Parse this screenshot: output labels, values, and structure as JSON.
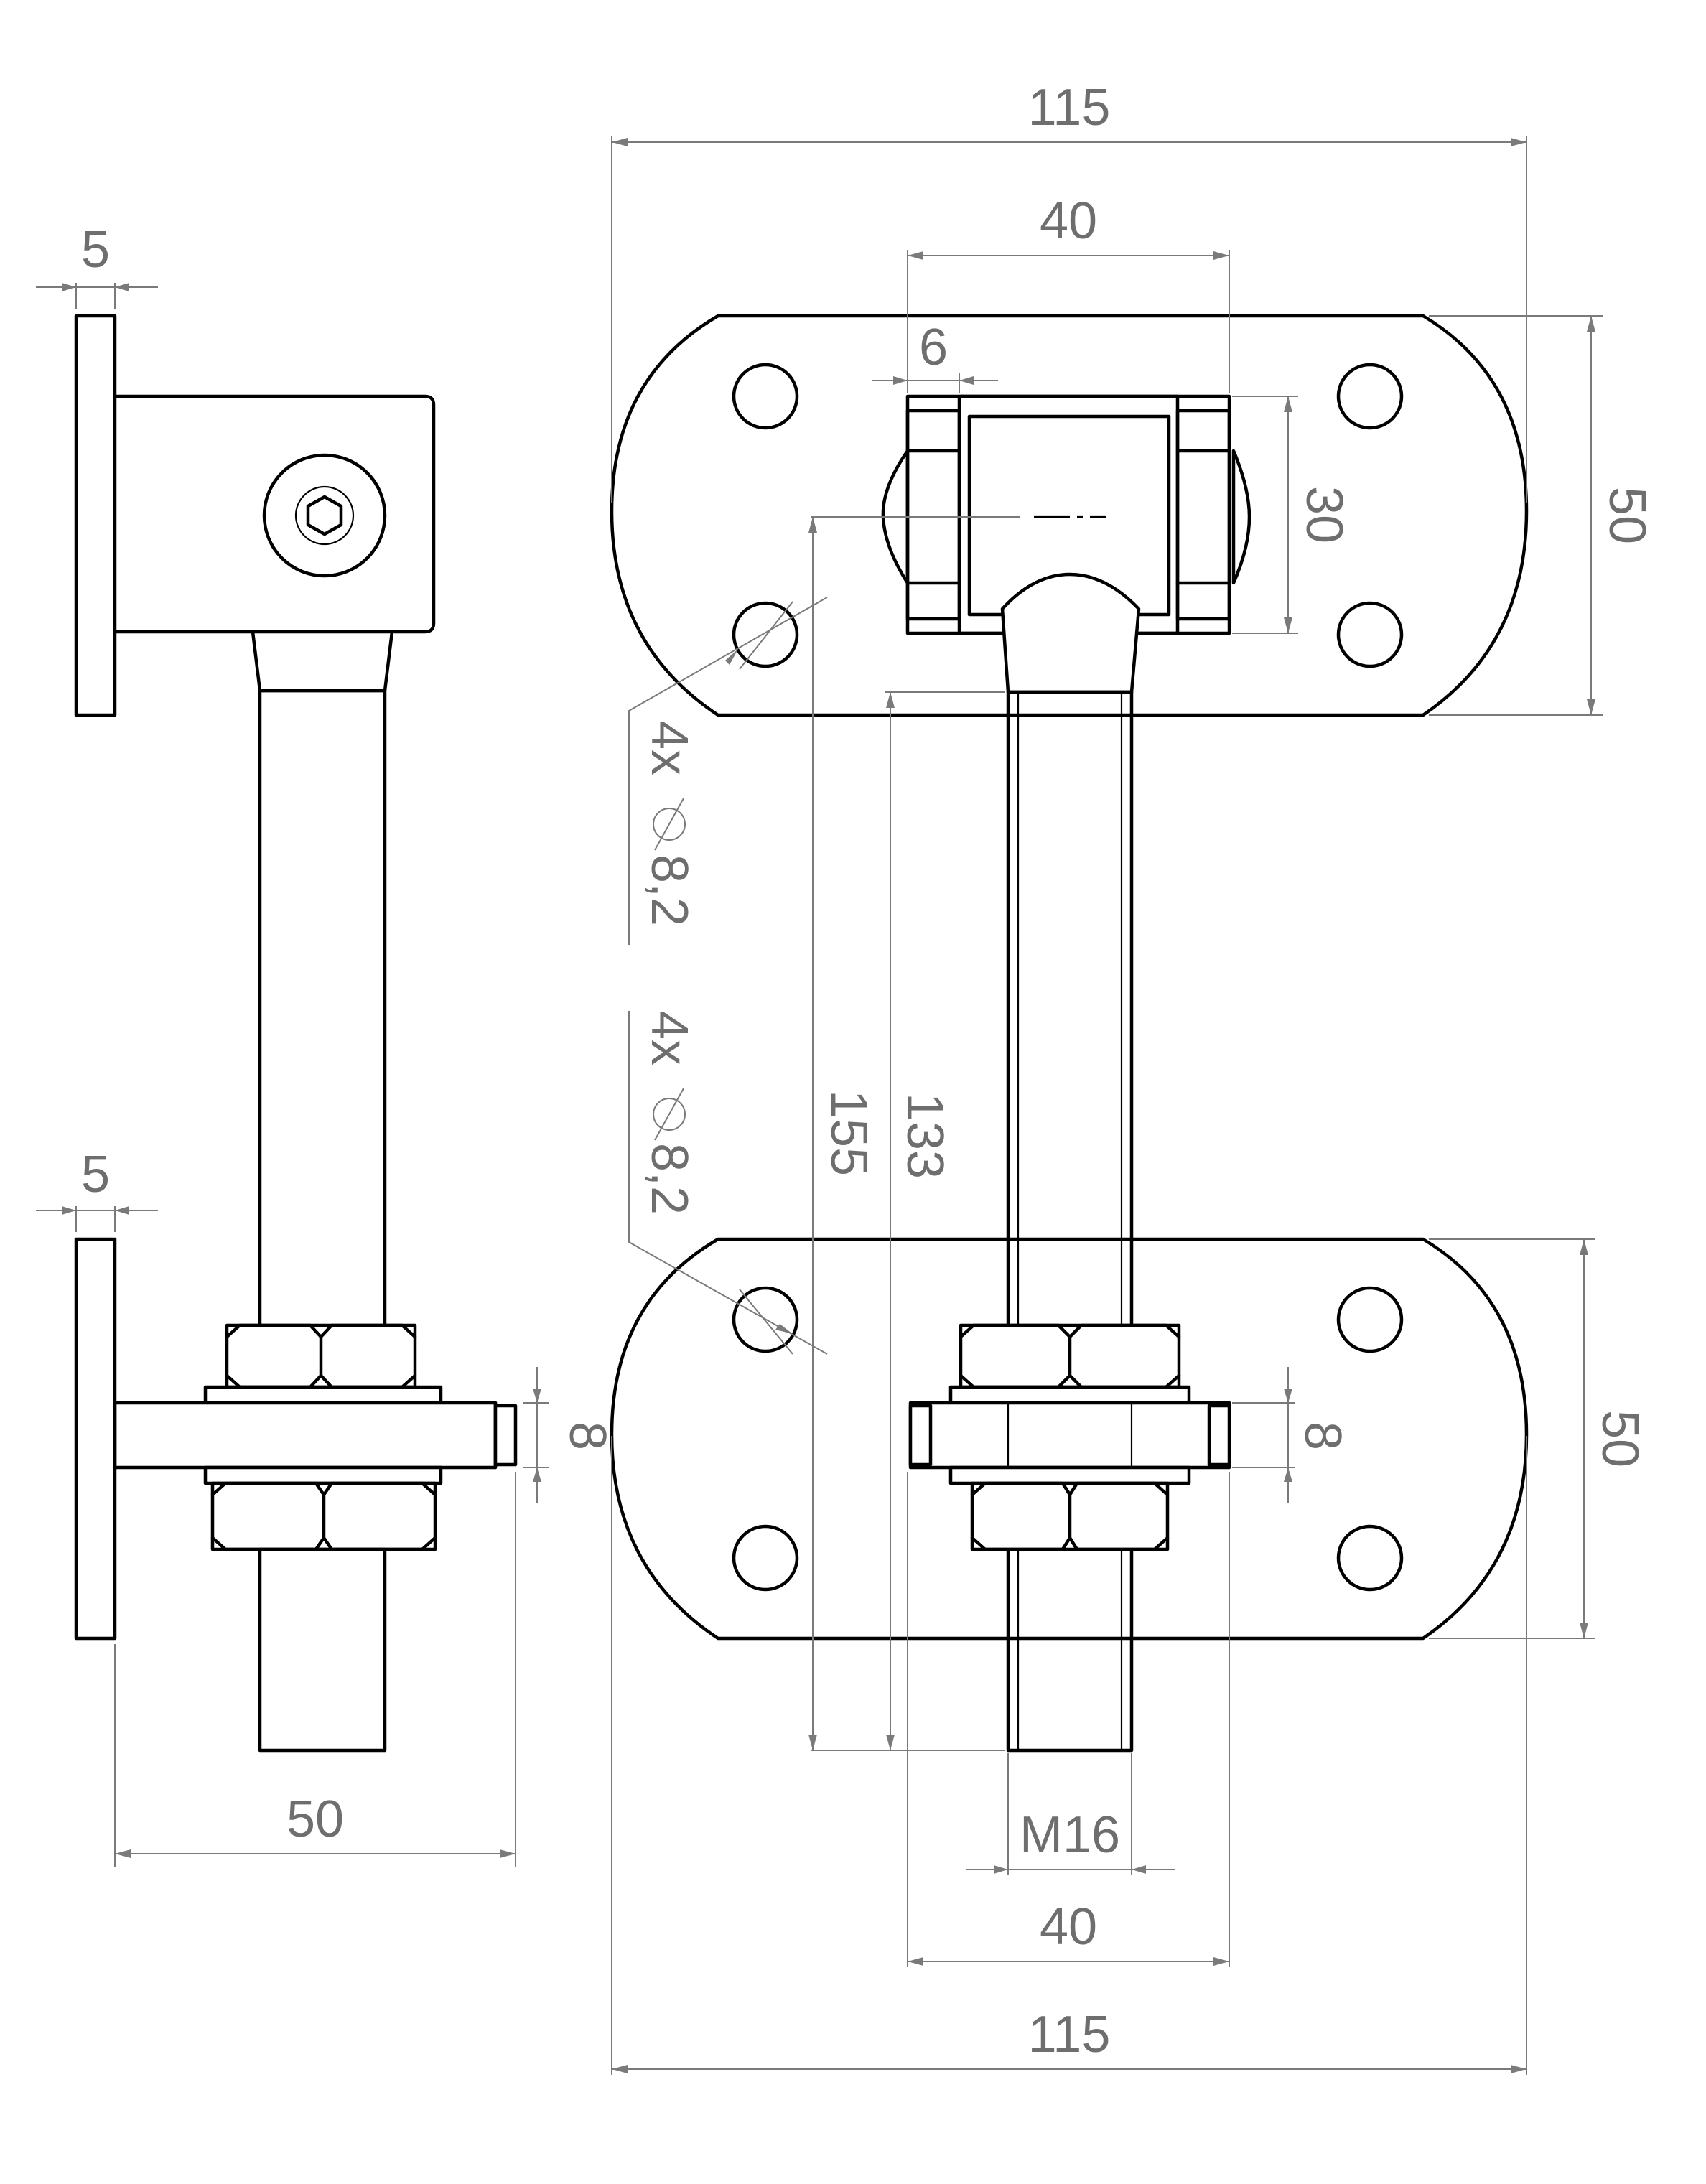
{
  "dimensions": {
    "overall_width_top": "115",
    "overall_width_bottom": "115",
    "hinge_width_top": "40",
    "hinge_width_bottom": "40",
    "pin_inset": "6",
    "hinge_height": "30",
    "plate_height_top": "50",
    "plate_height_bottom": "50",
    "side_plate_thickness_top": "5",
    "side_plate_thickness_bottom": "5",
    "side_depth": "50",
    "arm_thickness_side": "8",
    "arm_thickness_front": "8",
    "length_155": "155",
    "length_133": "133",
    "thread": "M16",
    "holes_top": "4x",
    "holes_top_dia": "8,2",
    "holes_bottom": "4x",
    "holes_bottom_dia": "8,2"
  },
  "colors": {
    "line": "#000000",
    "dimension": "#7a7a7a",
    "text": "#6e6e6e"
  }
}
